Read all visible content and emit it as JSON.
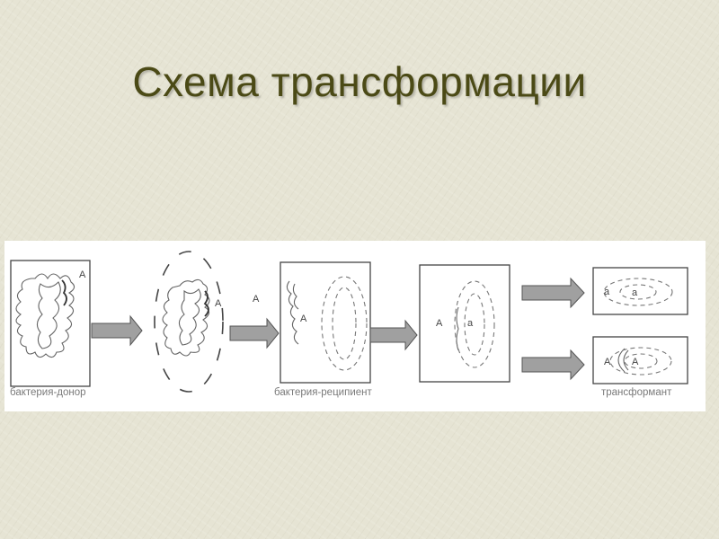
{
  "slide": {
    "title": "Схема трансформации"
  },
  "diagram": {
    "captions": {
      "donor": "бактерия-донор",
      "recipient": "бактерия-реципиент",
      "transformant": "трансформант"
    },
    "gene_labels": {
      "donor_chromosome": "A",
      "released_dna": "A",
      "recipient_fragment_outside": "A",
      "recipient_fragment_inside": "A",
      "recombination_donor": "A",
      "recombination_recipient": "a",
      "offspring_recipient_outer": "a",
      "offspring_recipient_inner": "a",
      "offspring_transformant_outer": "A",
      "offspring_transformant_inner": "A"
    },
    "colors": {
      "arrow_fill": "#a0a0a0",
      "line": "#555555"
    }
  }
}
